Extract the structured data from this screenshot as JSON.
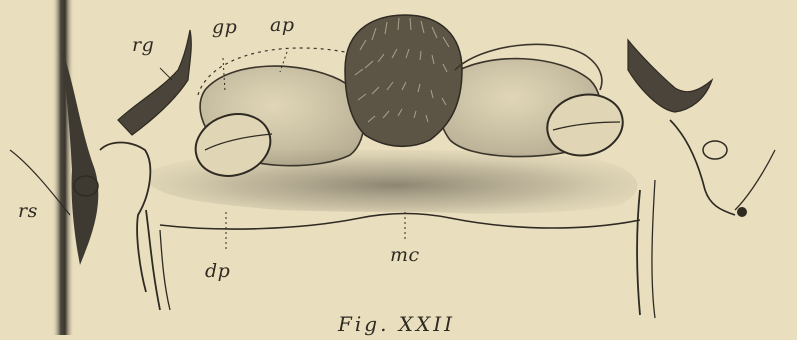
{
  "figure": {
    "caption": "Fig. XXII",
    "labels": {
      "rg": "rg",
      "gp": "gp",
      "ap": "ap",
      "rs": "rs",
      "dp": "dp",
      "mc": "mc"
    }
  },
  "colors": {
    "paper": "#e9dfbf",
    "ink": "#2f2a22",
    "shade": "#8d8471",
    "gutter": "#3b372f"
  }
}
